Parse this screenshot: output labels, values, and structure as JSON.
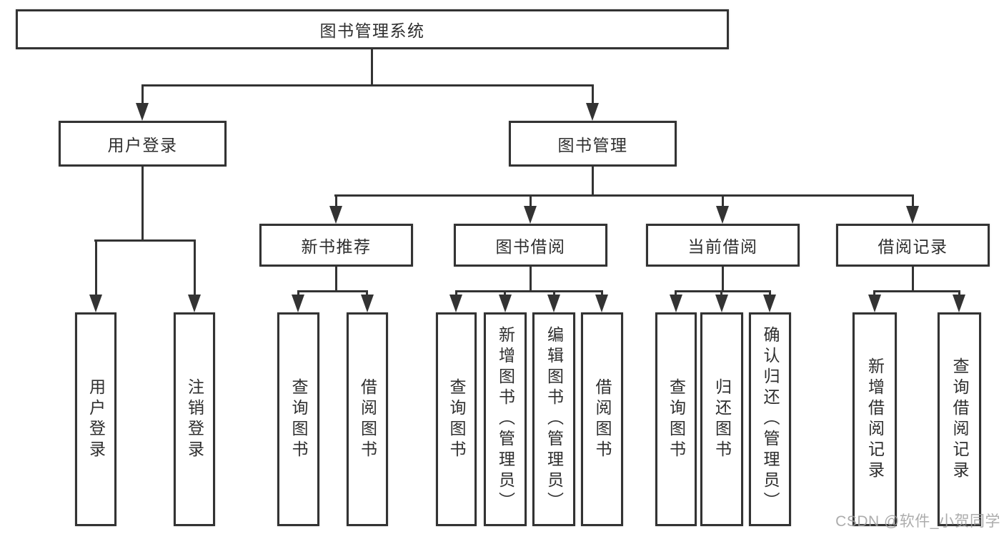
{
  "diagram": {
    "type": "tree-structure-chart",
    "colors": {
      "line": "#333333",
      "text": "#2e2e2e",
      "background": "#ffffff",
      "watermark": "#9e9e9e"
    },
    "nodes": {
      "root": "图书管理系统",
      "userLogin": "用户登录",
      "bookManagement": "图书管理",
      "newBookRec": "新书推荐",
      "bookBorrow": "图书借阅",
      "currentBorrow": "当前借阅",
      "borrowRecords": "借阅记录",
      "leafUserLogin": "用户登录",
      "leafLogout": "注销登录",
      "leafNbQuery": "查询图书",
      "leafNbBorrow": "借阅图书",
      "leafBbQuery": "查询图书",
      "leafBbAdd": "新增图书（管理员）",
      "leafBbEdit": "编辑图书（管理员）",
      "leafBbBorrow": "借阅图书",
      "leafCbQuery": "查询图书",
      "leafCbReturn": "归还图书",
      "leafCbConfirm": "确认归还（管理员）",
      "leafBrAdd": "新增借阅记录",
      "leafBrQuery": "查询借阅记录"
    },
    "hierarchy": {
      "图书管理系统": {
        "用户登录": [
          "用户登录",
          "注销登录"
        ],
        "图书管理": {
          "新书推荐": [
            "查询图书",
            "借阅图书"
          ],
          "图书借阅": [
            "查询图书",
            "新增图书（管理员）",
            "编辑图书（管理员）",
            "借阅图书"
          ],
          "当前借阅": [
            "查询图书",
            "归还图书",
            "确认归还（管理员）"
          ],
          "借阅记录": [
            "新增借阅记录",
            "查询借阅记录"
          ]
        }
      }
    },
    "watermark": "CSDN @软件_小贺同学"
  }
}
